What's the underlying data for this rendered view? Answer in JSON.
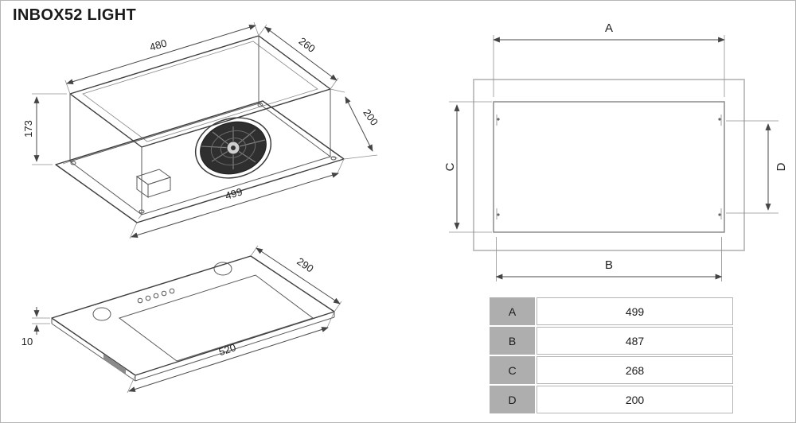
{
  "title": "INBOX52 LIGHT",
  "iso": {
    "dim_width_top": "480",
    "dim_depth_top": "260",
    "dim_height_back": "200",
    "dim_height_front": "173",
    "dim_frame_width": "499",
    "dim_panel_depth": "290",
    "dim_panel_thickness": "10",
    "dim_panel_width": "520"
  },
  "plan": {
    "label_a": "A",
    "label_b": "B",
    "label_c": "C",
    "label_d": "D"
  },
  "table": {
    "rows": [
      {
        "label": "A",
        "value": "499"
      },
      {
        "label": "B",
        "value": "487"
      },
      {
        "label": "C",
        "value": "268"
      },
      {
        "label": "D",
        "value": "200"
      }
    ]
  }
}
